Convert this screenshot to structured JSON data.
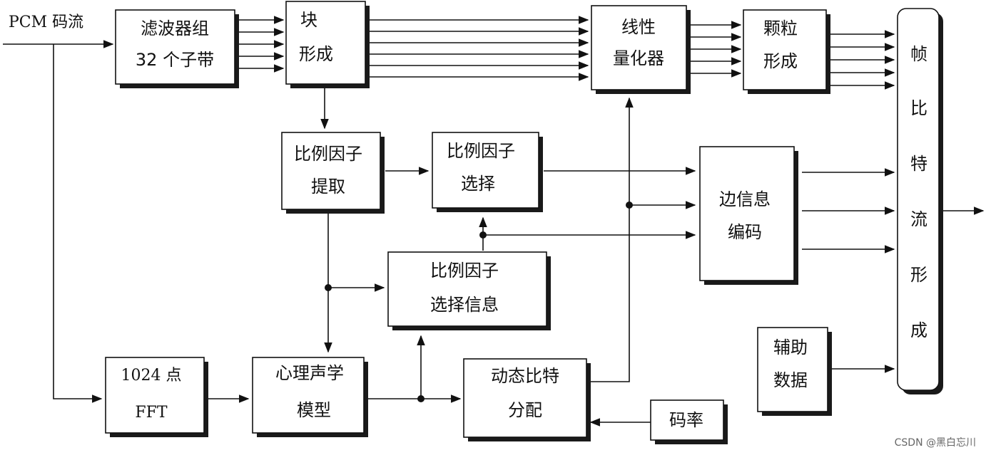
{
  "input_label": "PCM 码流",
  "blocks": {
    "filter_bank": [
      "滤波器组",
      "32 个子带"
    ],
    "block_forming": [
      "块",
      "形成"
    ],
    "linear_quantizer": [
      "线性",
      "量化器"
    ],
    "granule_forming": [
      "颗粒",
      "形成"
    ],
    "frame_bitstream": [
      "帧",
      "比",
      "特",
      "流",
      "形",
      "成"
    ],
    "scale_extract": [
      "比例因子",
      "提取"
    ],
    "scale_select": [
      "比例因子",
      "选择"
    ],
    "scale_select_info": [
      "比例因子",
      "选择信息"
    ],
    "side_info_coding": [
      "边信息",
      "编码"
    ],
    "fft": [
      "1024 点",
      "FFT"
    ],
    "psycho_model": [
      "心理声学",
      "模型"
    ],
    "dynamic_bit_alloc": [
      "动态比特",
      "分配"
    ],
    "bit_rate": [
      "码率"
    ],
    "aux_data": [
      "辅助",
      "数据"
    ]
  },
  "watermark": "CSDN @黑白忘川"
}
